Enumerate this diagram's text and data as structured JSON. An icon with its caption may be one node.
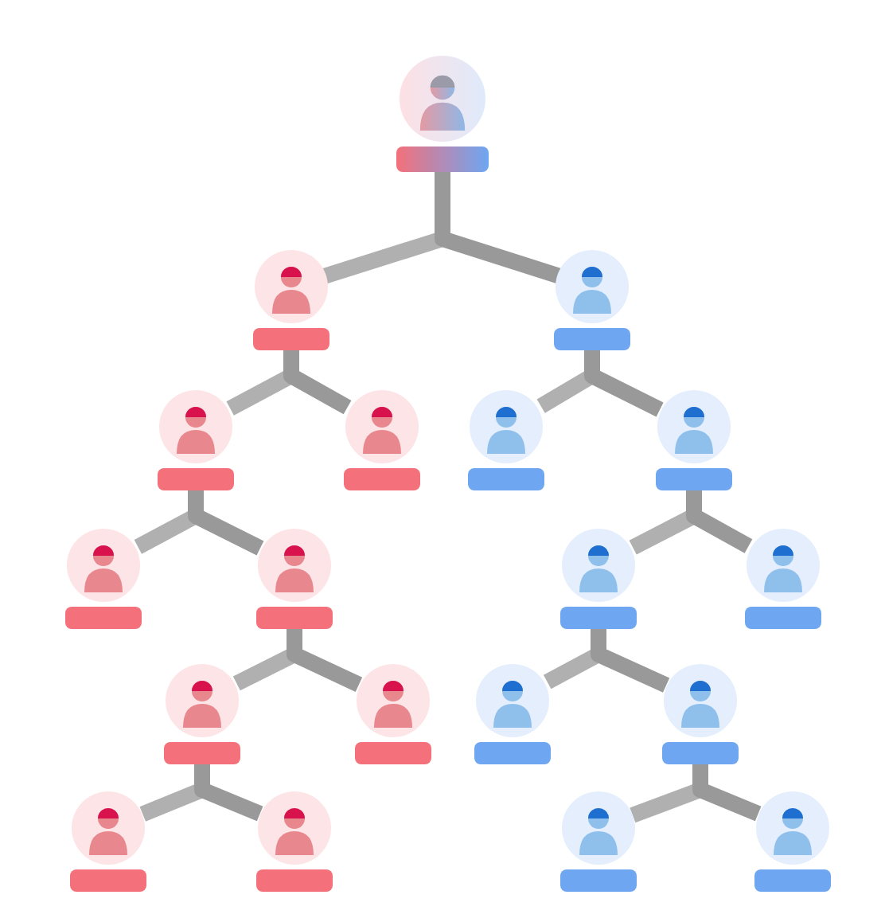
{
  "diagram": {
    "nodes": [
      {
        "text": [],
        "shape": "person"
      },
      {
        "text": [],
        "shape": "person"
      },
      {
        "text": [],
        "shape": "person"
      },
      {
        "text": [],
        "shape": "person"
      },
      {
        "text": [],
        "shape": "person"
      },
      {
        "text": [],
        "shape": "person"
      },
      {
        "text": [],
        "shape": "person"
      },
      {
        "text": [],
        "shape": "person"
      },
      {
        "text": [],
        "shape": "person"
      },
      {
        "text": [],
        "shape": "person"
      },
      {
        "text": [],
        "shape": "person"
      },
      {
        "text": [],
        "shape": "person"
      },
      {
        "text": [],
        "shape": "person"
      },
      {
        "text": [],
        "shape": "person"
      },
      {
        "text": [],
        "shape": "person"
      },
      {
        "text": [],
        "shape": "person"
      },
      {
        "text": [],
        "shape": "person"
      },
      {
        "text": [],
        "shape": "person"
      },
      {
        "text": [],
        "shape": "person"
      }
    ],
    "edges": [
      {
        "from": 0,
        "to": 1,
        "arrow": "none"
      },
      {
        "from": 0,
        "to": 2,
        "arrow": "none"
      },
      {
        "from": 1,
        "to": 3,
        "arrow": "none"
      },
      {
        "from": 1,
        "to": 4,
        "arrow": "none"
      },
      {
        "from": 2,
        "to": 5,
        "arrow": "none"
      },
      {
        "from": 2,
        "to": 6,
        "arrow": "none"
      },
      {
        "from": 3,
        "to": 7,
        "arrow": "none"
      },
      {
        "from": 3,
        "to": 8,
        "arrow": "none"
      },
      {
        "from": 6,
        "to": 9,
        "arrow": "none"
      },
      {
        "from": 6,
        "to": 10,
        "arrow": "none"
      },
      {
        "from": 8,
        "to": 11,
        "arrow": "none"
      },
      {
        "from": 8,
        "to": 12,
        "arrow": "none"
      },
      {
        "from": 9,
        "to": 13,
        "arrow": "none"
      },
      {
        "from": 9,
        "to": 14,
        "arrow": "none"
      },
      {
        "from": 11,
        "to": 15,
        "arrow": "none"
      },
      {
        "from": 11,
        "to": 16,
        "arrow": "none"
      },
      {
        "from": 14,
        "to": 17,
        "arrow": "none"
      },
      {
        "from": 14,
        "to": 18,
        "arrow": "none"
      }
    ]
  }
}
